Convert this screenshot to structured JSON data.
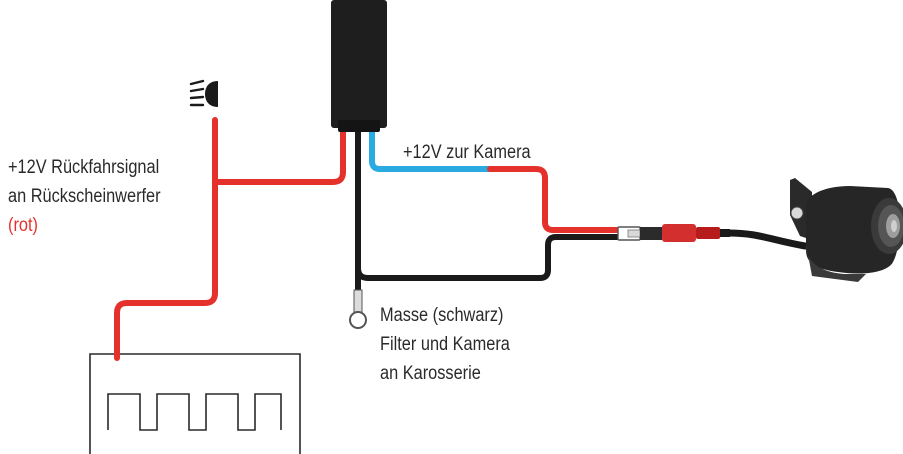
{
  "labels": {
    "reverse_signal_line1": "+12V Rückfahrsignal",
    "reverse_signal_line2": "an Rückscheinwerfer",
    "reverse_signal_color": "(rot)",
    "camera_power": "+12V zur Kamera",
    "ground_line1": "Masse (schwarz)",
    "ground_line2": "Filter und Kamera",
    "ground_line3": "an Karosserie"
  },
  "colors": {
    "wire_red": "#e4312b",
    "wire_blue": "#29abe2",
    "wire_black": "#1a1a1a",
    "filter_box": "#1e1e1e",
    "label_text": "#2a2a2a"
  },
  "icons": {
    "reverse_light": "headlight-icon",
    "pulse_signal": "square-wave-icon",
    "ground": "ring-terminal-icon",
    "camera": "camera-icon"
  }
}
